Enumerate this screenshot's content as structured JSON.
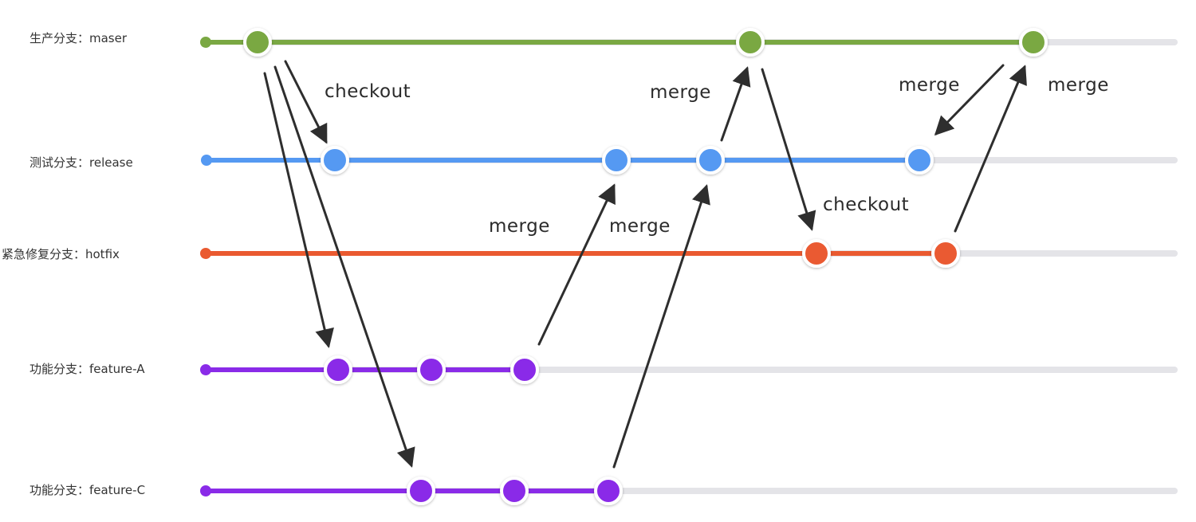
{
  "branches": [
    {
      "id": "master",
      "label": "生产分支：maser",
      "color": "#7aa843",
      "commits": 3
    },
    {
      "id": "release",
      "label": "测试分支：release",
      "color": "#5599f2",
      "commits": 4
    },
    {
      "id": "hotfix",
      "label": "紧急修复分支：hotfix",
      "color": "#ea5a30",
      "commits": 2
    },
    {
      "id": "feature_a",
      "label": "功能分支：feature-A",
      "color": "#8a2be8",
      "commits": 3
    },
    {
      "id": "feature_c",
      "label": "功能分支：feature-C",
      "color": "#8a2be8",
      "commits": 3
    }
  ],
  "track_color": "#e4e4e8",
  "arrow_color": "#2e2e2e",
  "actions": [
    {
      "id": "checkout_master_release",
      "label": "checkout",
      "from": "master.1",
      "to": "release.1"
    },
    {
      "id": "checkout_master_feature_a",
      "label": "",
      "from": "master.1",
      "to": "feature_a.1"
    },
    {
      "id": "checkout_master_feature_c",
      "label": "",
      "from": "master.1",
      "to": "feature_c.1"
    },
    {
      "id": "merge_feature_a_release",
      "label": "merge",
      "from": "feature_a.3",
      "to": "release.2"
    },
    {
      "id": "merge_feature_c_release",
      "label": "merge",
      "from": "feature_c.3",
      "to": "release.3"
    },
    {
      "id": "merge_release_master",
      "label": "merge",
      "from": "release.3",
      "to": "master.2"
    },
    {
      "id": "checkout_master_hotfix",
      "label": "checkout",
      "from": "master.2",
      "to": "hotfix.1"
    },
    {
      "id": "merge_master_release",
      "label": "merge",
      "from": "master.3",
      "to": "release.4"
    },
    {
      "id": "merge_hotfix_master",
      "label": "merge",
      "from": "hotfix.2",
      "to": "master.3"
    }
  ]
}
